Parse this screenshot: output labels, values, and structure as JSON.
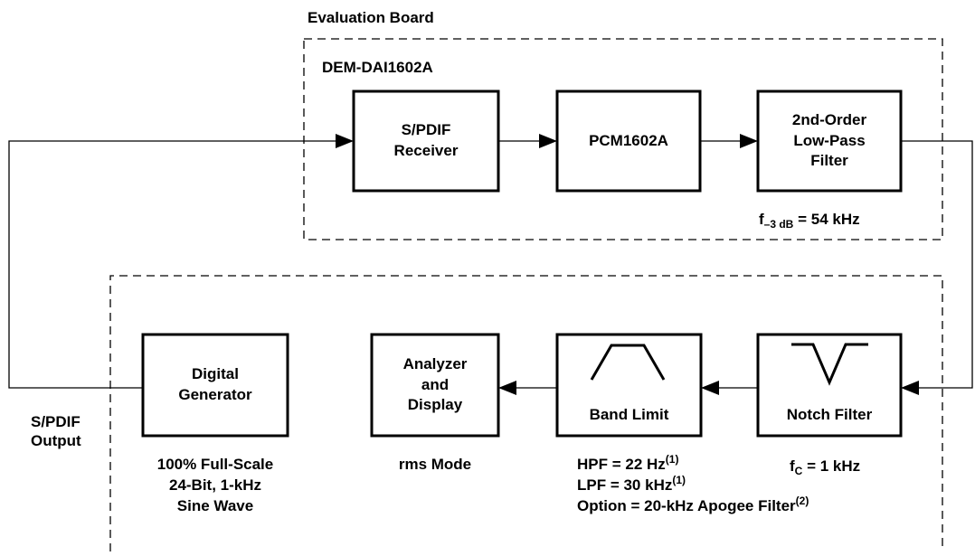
{
  "labels": {
    "evaluation_board": "Evaluation Board",
    "board_name": "DEM-DAI1602A",
    "spdif_output": "S/PDIF\nOutput",
    "lpf_cutoff_prefix": "f",
    "lpf_cutoff_sub": "–3 dB",
    "lpf_cutoff_value": " = 54 kHz",
    "generator_note": "100% Full-Scale\n24-Bit, 1-kHz\nSine Wave",
    "analyzer_note": "rms Mode",
    "hpf_text": "HPF = 22 Hz",
    "lpf_text": "LPF = 30 kHz",
    "option_text": "Option = 20-kHz Apogee Filter",
    "note_ref_1": "(1)",
    "note_ref_2": "(2)",
    "notch_prefix": "f",
    "notch_sub": "C",
    "notch_value": " = 1 kHz"
  },
  "blocks": {
    "spdif_receiver": "S/PDIF\nReceiver",
    "pcm": "PCM1602A",
    "lowpass": "2nd-Order\nLow-Pass\nFilter",
    "digital_generator": "Digital\nGenerator",
    "analyzer": "Analyzer\nand\nDisplay",
    "band_limit": "Band Limit",
    "notch_filter": "Notch Filter"
  }
}
